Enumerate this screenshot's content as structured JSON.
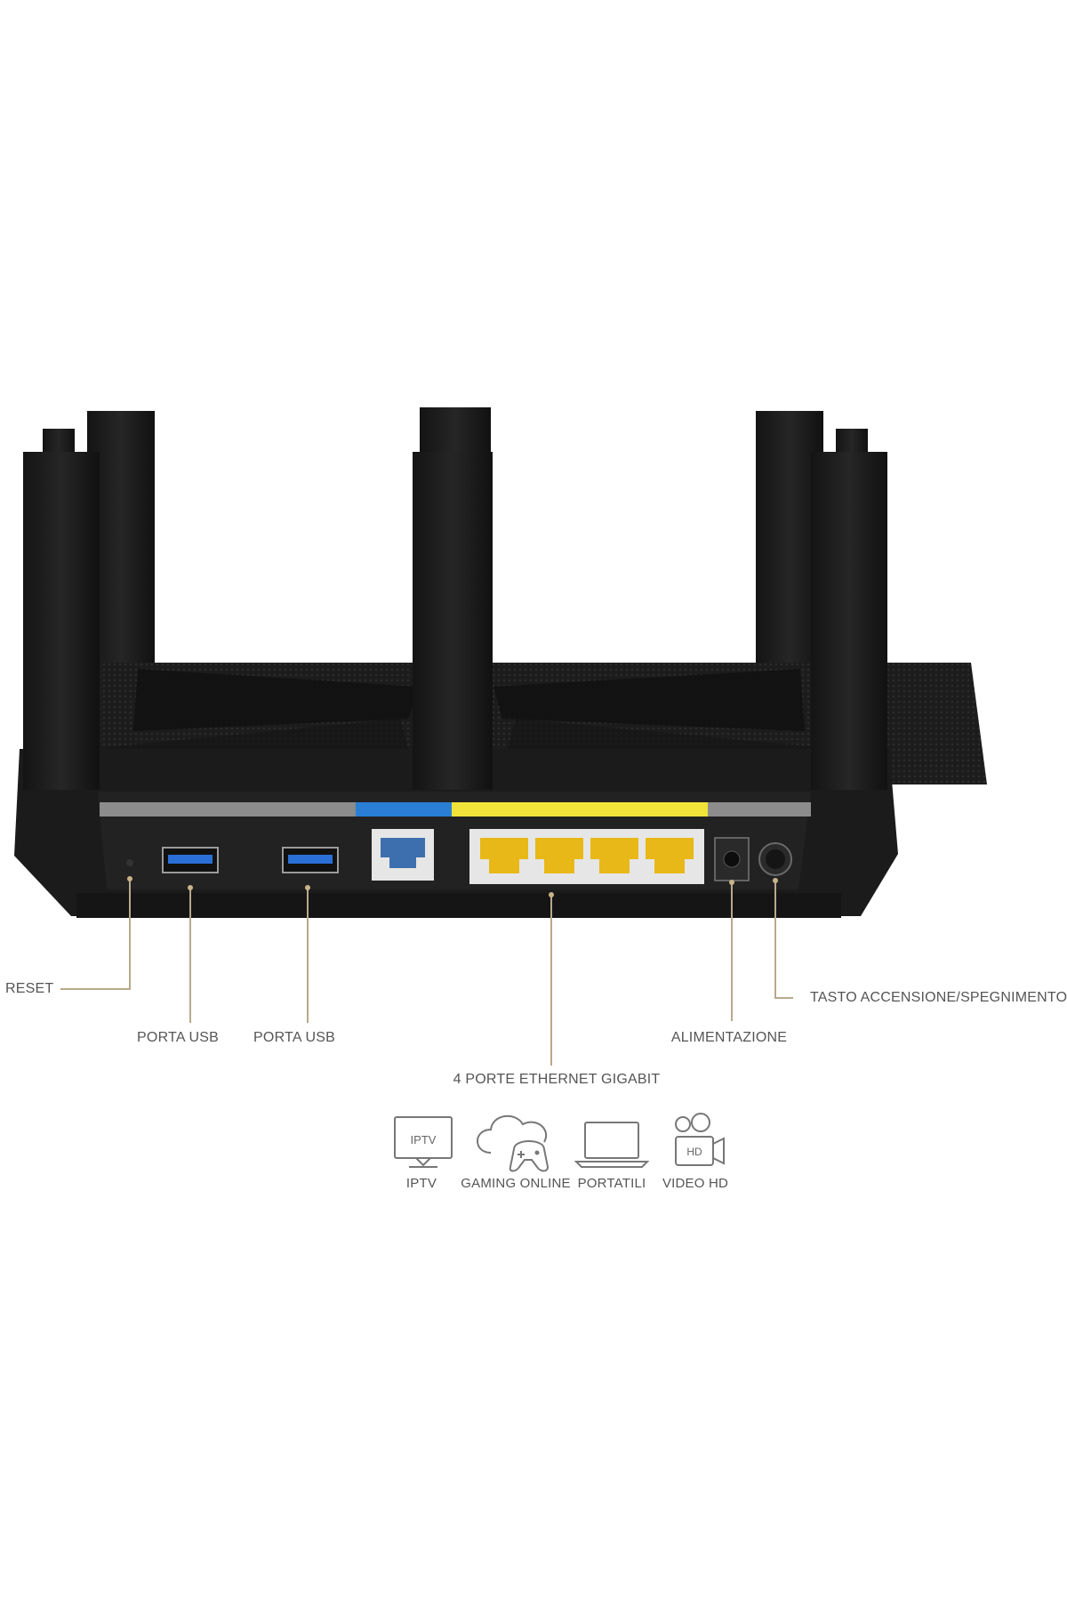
{
  "callouts": {
    "reset": "RESET",
    "usb_1": "PORTA USB",
    "usb_2": "PORTA USB",
    "ethernet": "4 PORTE ETHERNET GIGABIT",
    "power_input": "ALIMENTAZIONE",
    "power_button": "TASTO ACCENSIONE/SPEGNIMENTO"
  },
  "use_cases": [
    {
      "label": "IPTV",
      "icon": "iptv-icon",
      "icon_text": "IPTV"
    },
    {
      "label": "GAMING ONLINE",
      "icon": "cloud-gamepad-icon"
    },
    {
      "label": "PORTATILI",
      "icon": "laptop-icon"
    },
    {
      "label": "VIDEO HD",
      "icon": "camera-hd-icon",
      "icon_text": "HD"
    }
  ],
  "colors": {
    "router_body": "#1b1b1b",
    "wan_strip": "#2a7fd4",
    "lan_strip": "#f2e33a",
    "lan_port": "#e8b818",
    "callout_line": "#b9a88c",
    "label_text": "#555555"
  }
}
